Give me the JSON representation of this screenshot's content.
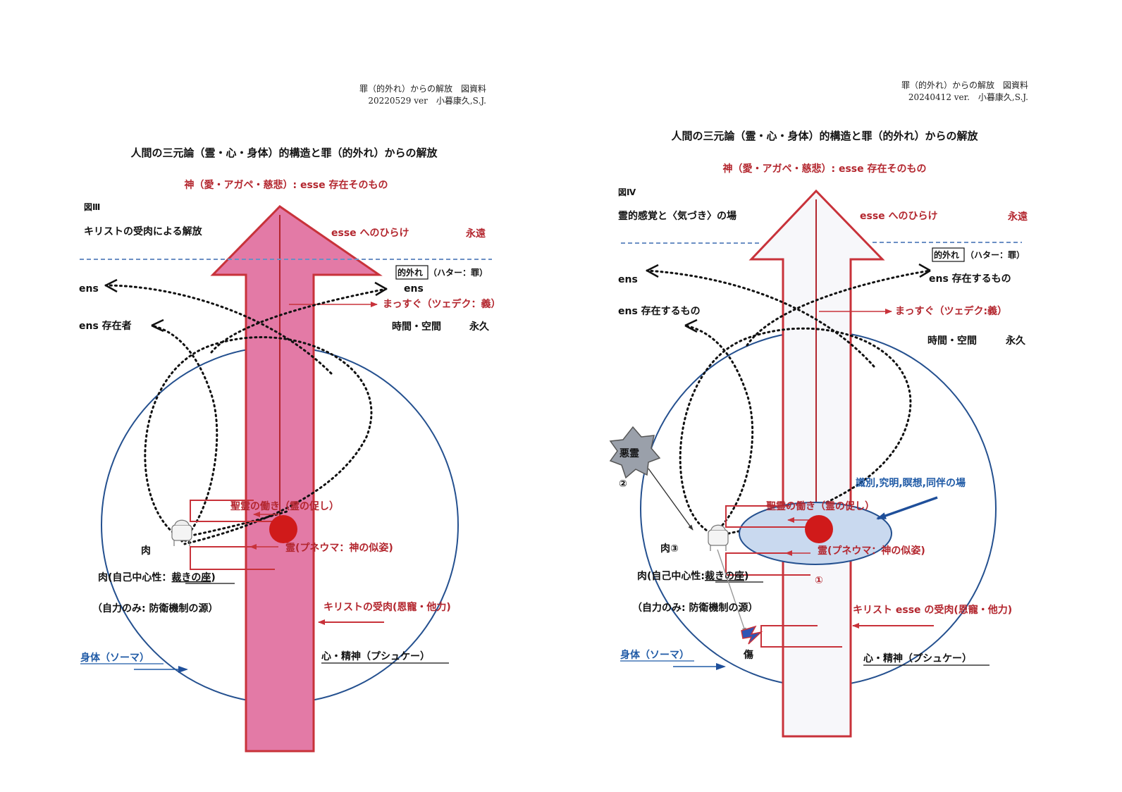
{
  "left": {
    "header_line1": "罪（的外れ）からの解放　図資料",
    "header_line2": "20220529 ver　小暮康久,S.J.",
    "title": "人間の三元論（霊・心・身体）的構造と罪（的外れ）からの解放",
    "god": "神（愛・アガペ・慈悲）: esse 存在そのもの",
    "fig_label": "図Ⅲ",
    "subtitle": "キリストの受肉による解放",
    "esse_open": "esse へのひらけ",
    "eternity": "永遠",
    "ens_left": "ens",
    "ens_right": "ens",
    "ens_sonzaisha": "ens 存在者",
    "matozure": "的外れ",
    "hata": "（ハター：罪）",
    "massugu": "まっすぐ（ツェデク：義）",
    "jikan": "時間・空間",
    "eikyu": "永久",
    "seirei": "聖霊の働き（霊の促し）",
    "rei": "霊(プネウマ：神の似姿)",
    "niku": "肉",
    "niku_self_prefix": "肉(自己中心性：",
    "niku_self_seat": "裁きの座",
    "niku_self_suffix": ")",
    "jiriki": "（自力のみ: 防衛機制の源）",
    "christ": "キリストの受肉(恩寵・他力)",
    "body": "身体（ソーマ）",
    "psyche": "心・精神（プシュケー）"
  },
  "right": {
    "header_line1": "罪（的外れ）からの解放　図資料",
    "header_line2": "20240412 ver.　小暮康久,S.J.",
    "title": "人間の三元論（霊・心・身体）的構造と罪（的外れ）からの解放",
    "god": "神（愛・アガペ・慈悲）: esse 存在そのもの",
    "fig_label": "図Ⅳ",
    "subtitle": "霊的感覚と〈気づき〉の場",
    "esse_open": "esse へのひらけ",
    "eternity": "永遠",
    "ens_left": "ens",
    "ens_sonzai": "ens 存在するもの",
    "ens_sonzai_right": "ens 存在するもの",
    "matozure": "的外れ",
    "hata": "（ハター：罪）",
    "massugu": "まっすぐ（ツェデク:義）",
    "jikan": "時間・空間",
    "eikyu": "永久",
    "akurei": "悪霊",
    "num2": "②",
    "num1": "①",
    "niku3": "肉③",
    "discern": "識別,究明,瞑想,同伴の場",
    "seirei": "聖霊の働き（霊の促し）",
    "rei": "霊(プネウマ：神の似姿)",
    "niku_self_prefix": "肉(自己中心性:",
    "niku_self_seat": "裁きの座",
    "niku_self_suffix": ")",
    "jiriki": "（自力のみ: 防衛機制の源）",
    "christ": "キリスト esse の受肉(恩寵・他力)",
    "kizu": "傷",
    "body": "身体（ソーマ）",
    "psyche": "心・精神（プシュケー）"
  },
  "colors": {
    "arrow_fill_left": "#e37aa6",
    "arrow_fill_right": "#f7f7fa",
    "arrow_stroke": "#c8323a",
    "circle": "#24508f",
    "spirit_dot": "#d01a1a",
    "ellipse": "#c9d9ef",
    "text_red": "#b3262e",
    "text_blue": "#1f5aa6"
  }
}
